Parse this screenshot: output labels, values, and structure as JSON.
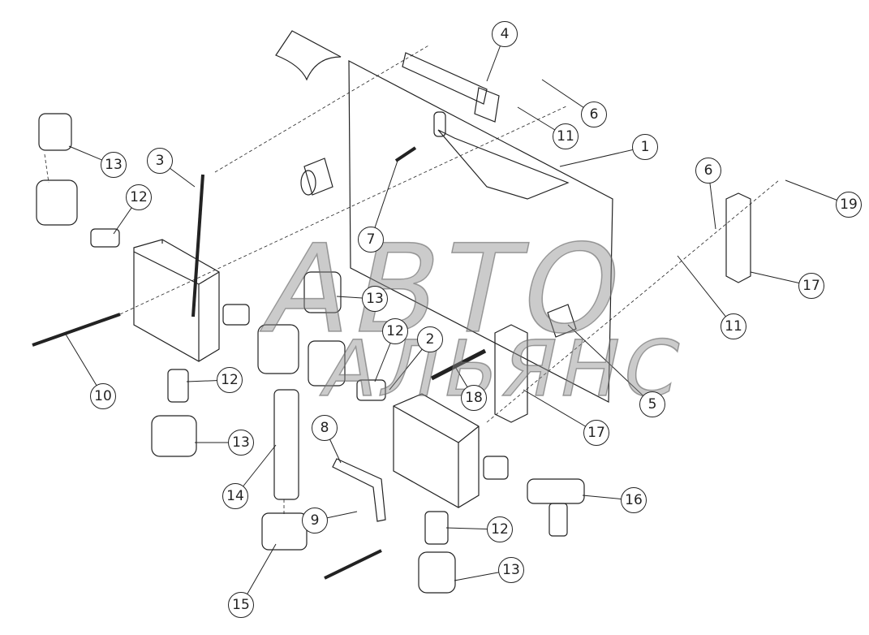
{
  "watermark": {
    "line1": "АВТО",
    "line2": "АЛЬЯНС"
  },
  "callouts": [
    "4",
    "6",
    "11",
    "1",
    "13",
    "3",
    "12",
    "7",
    "6",
    "19",
    "17",
    "11",
    "13",
    "12",
    "2",
    "12",
    "10",
    "18",
    "5",
    "17",
    "13",
    "8",
    "14",
    "9",
    "12",
    "16",
    "13",
    "15"
  ],
  "colors": {
    "line": "#222222",
    "watermark": "#9a9a9a"
  }
}
